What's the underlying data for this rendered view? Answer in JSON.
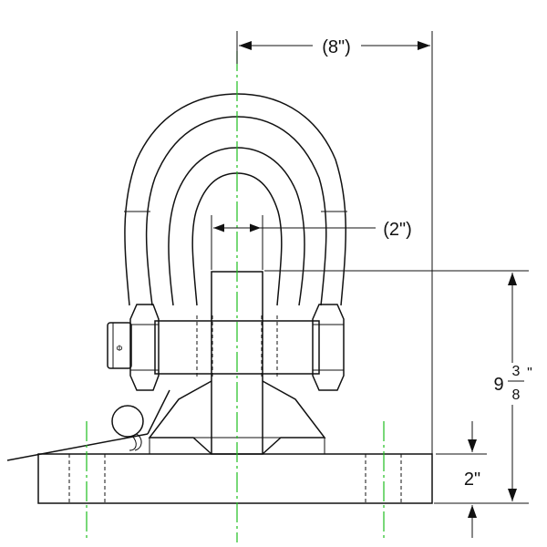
{
  "dimensions": {
    "overall_width": {
      "label": "(8\")"
    },
    "pin_width": {
      "label": "(2\")"
    },
    "overall_height": {
      "whole": "9",
      "numerator": "3",
      "denominator": "8",
      "unit": "\""
    },
    "base_thickness": {
      "label": "2\""
    }
  },
  "colors": {
    "lines": "#111111",
    "centerlines": "#1fbf1f",
    "background": "#ffffff"
  }
}
